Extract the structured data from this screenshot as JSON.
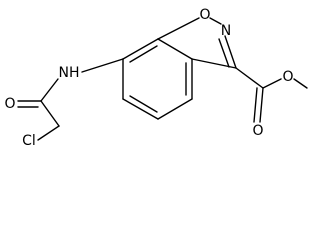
{
  "molecule": {
    "atom_labels": {
      "ring_o": "O",
      "ring_n": "N",
      "nh": "NH",
      "amide_o": "O",
      "cl": "Cl",
      "ester_carbonyl_o": "O",
      "ester_o": "O"
    }
  }
}
